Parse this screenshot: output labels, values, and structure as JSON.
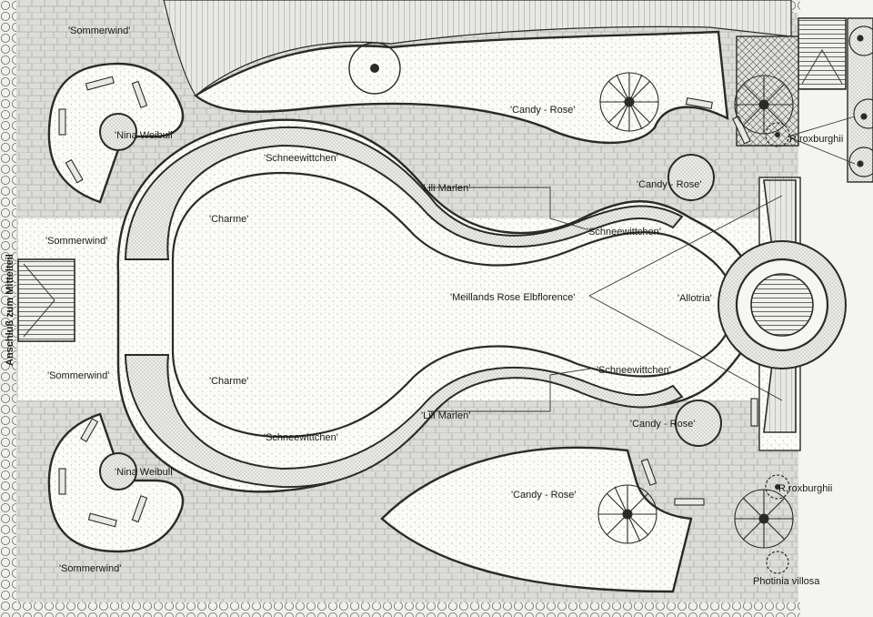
{
  "labels": {
    "sommerwind": "'Sommerwind'",
    "nina_weibull": "'Nina Weibull'",
    "schneewittchen": "'Schneewittchen'",
    "charme": "'Charme'",
    "lili_marlen": "'Lili Marlen'",
    "candy_rose": "'Candy - Rose'",
    "meillands": "'Meillands Rose Elbflorence'",
    "allotria": "'Allotria'",
    "roxburghii": "R.roxburghii",
    "photinia": "Photinia villosa",
    "anschluss": "Anschluß zum Mittelteil"
  },
  "colors": {
    "line": "#2a2a2a",
    "paving": "#d6d6d2",
    "lawn": "#fbfbf8",
    "bed": "#e4e4e0",
    "background": "#f4f4f2"
  }
}
